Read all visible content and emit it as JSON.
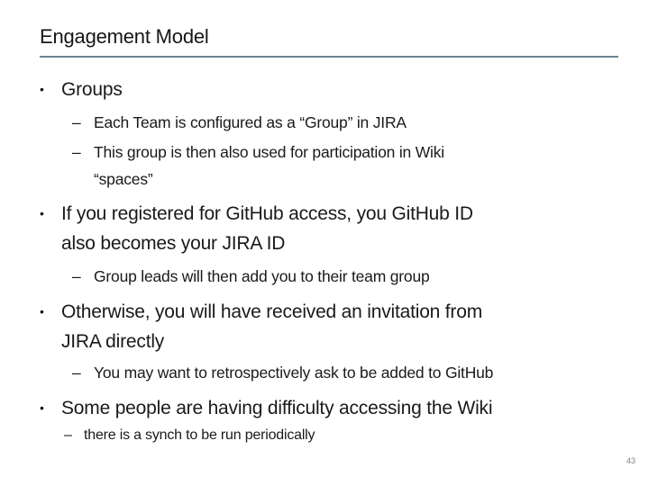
{
  "slide": {
    "title": "Engagement Model",
    "page_number": "43",
    "divider_color": "#6d8593",
    "bullets": {
      "level1_marker": "•",
      "level2_marker": "–"
    },
    "content": [
      {
        "level": 1,
        "text": "Groups"
      },
      {
        "level": 2,
        "text": "Each Team is configured as a “Group” in JIRA"
      },
      {
        "level": 2,
        "text": "This group is then also used for participation in Wiki\n“spaces”"
      },
      {
        "level": 1,
        "text": "If you registered for GitHub access, you GitHub ID\nalso becomes your JIRA ID"
      },
      {
        "level": 2,
        "text": "Group leads will then add you to their team group"
      },
      {
        "level": 1,
        "text": "Otherwise, you will have received an invitation from\nJIRA directly"
      },
      {
        "level": 2,
        "text": "You may want to retrospectively ask to be added to GitHub"
      },
      {
        "level": 1,
        "text": "Some people are having difficulty accessing the Wiki"
      },
      {
        "level": 2,
        "small": true,
        "text": "there is a synch to be run periodically"
      }
    ]
  }
}
